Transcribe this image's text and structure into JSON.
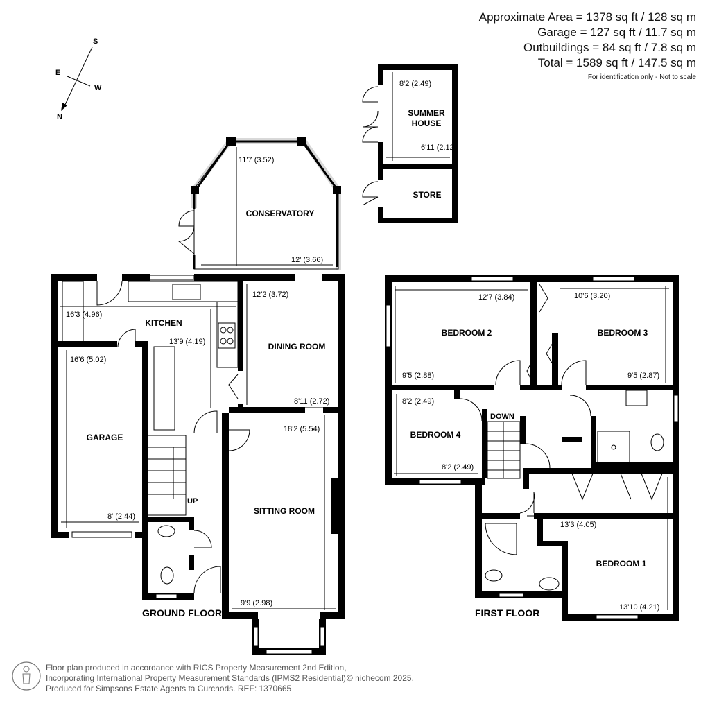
{
  "areas": {
    "approximate": "Approximate Area = 1378 sq ft / 128 sq m",
    "garage": "Garage = 127 sq ft / 11.7 sq m",
    "outbuildings": "Outbuildings = 84 sq ft / 7.8 sq m",
    "total": "Total = 1589 sq ft / 147.5 sq m",
    "note": "For identification only - Not to scale"
  },
  "compass": {
    "s": "S",
    "e": "E",
    "w": "W",
    "n": "N"
  },
  "ground_floor": {
    "label": "GROUND FLOOR",
    "rooms": {
      "conservatory": {
        "name": "CONSERVATORY",
        "dim1": "11'7 (3.52)",
        "dim2": "12' (3.66)"
      },
      "kitchen": {
        "name": "KITCHEN",
        "dim1": "16'3 (4.96)",
        "dim2": "13'9 (4.19)"
      },
      "dining": {
        "name": "DINING ROOM",
        "dim1": "12'2 (3.72)",
        "dim2": "8'11 (2.72)"
      },
      "garage": {
        "name": "GARAGE",
        "dim1": "16'6 (5.02)",
        "dim2": "8' (2.44)"
      },
      "sitting": {
        "name": "SITTING ROOM",
        "dim1": "18'2 (5.54)",
        "dim2": "9'9 (2.98)"
      }
    },
    "stairs": "UP"
  },
  "outbuildings": {
    "summer_house": {
      "name1": "SUMMER",
      "name2": "HOUSE",
      "dim1": "8'2 (2.49)",
      "dim2": "6'11 (2.12)"
    },
    "store": {
      "name": "STORE"
    }
  },
  "first_floor": {
    "label": "FIRST FLOOR",
    "rooms": {
      "bedroom2": {
        "name": "BEDROOM 2",
        "dim1": "12'7 (3.84)",
        "dim2": "9'5 (2.88)"
      },
      "bedroom3": {
        "name": "BEDROOM 3",
        "dim1": "10'6 (3.20)",
        "dim2": "9'5 (2.87)"
      },
      "bedroom4": {
        "name": "BEDROOM 4",
        "dim1": "8'2 (2.49)",
        "dim2": "8'2 (2.49)"
      },
      "bedroom1": {
        "name": "BEDROOM 1",
        "dim1": "13'3 (4.05)",
        "dim2": "13'10 (4.21)"
      }
    },
    "stairs": "DOWN"
  },
  "footer": {
    "line1": "Floor plan produced in accordance with RICS Property Measurement 2nd Edition,",
    "line2": "Incorporating International Property Measurement Standards (IPMS2 Residential).",
    "line3": "Produced for Simpsons Estate Agents ta Curchods.   REF: 1370665",
    "copyright": "© nichecom 2025."
  }
}
